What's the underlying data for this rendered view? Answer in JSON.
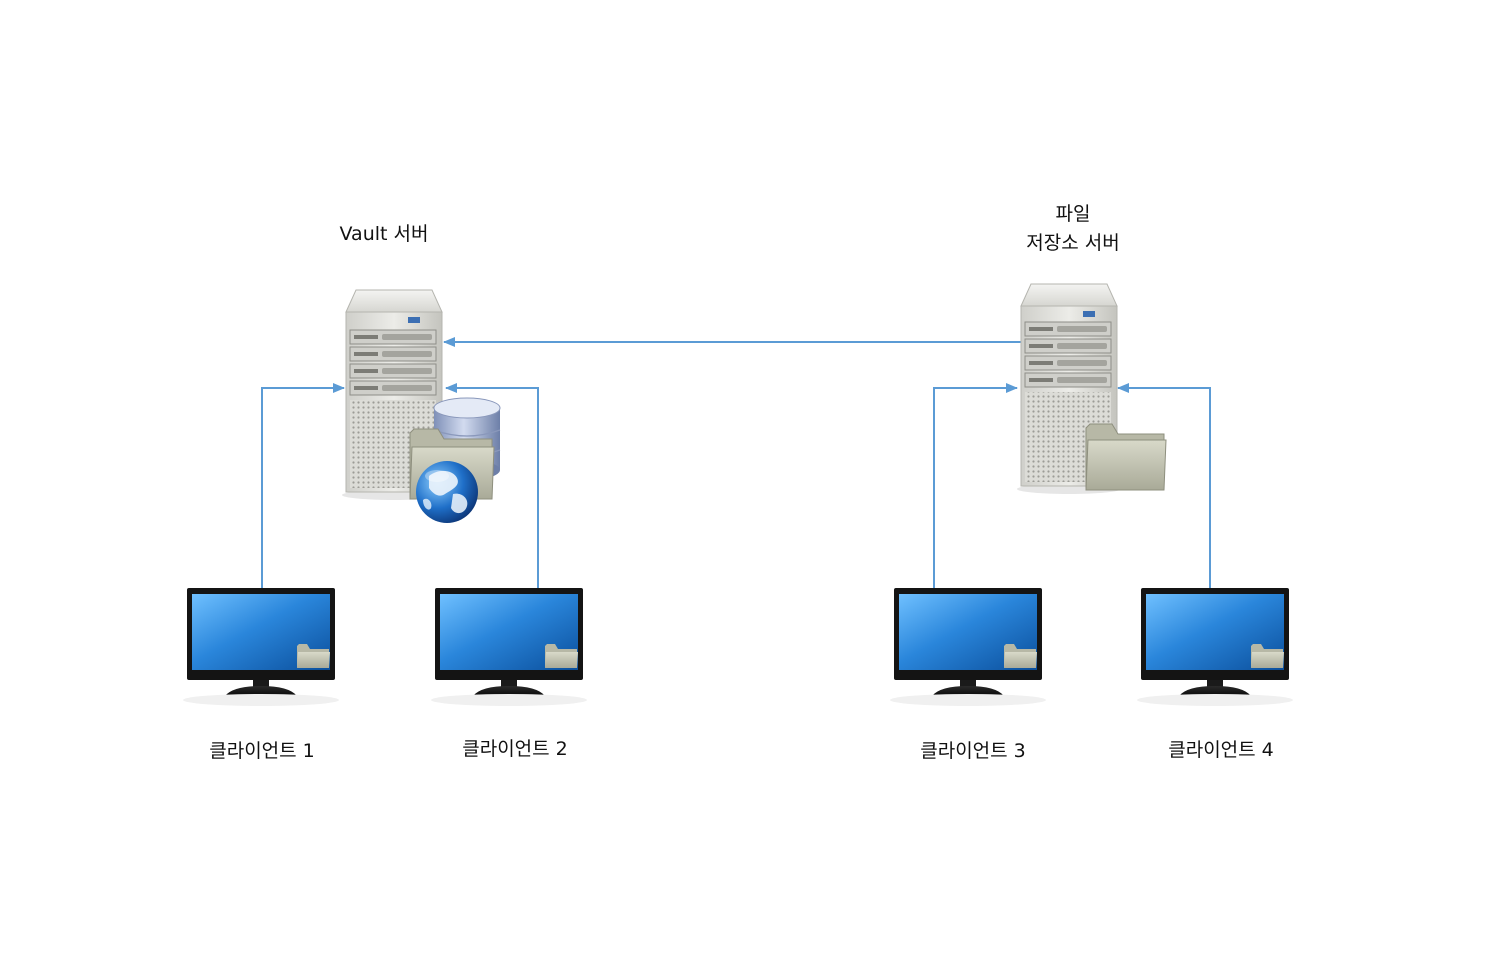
{
  "servers": {
    "vault": {
      "label": "Vault 서버",
      "badges": [
        "database-icon",
        "folder-icon",
        "globe-icon"
      ]
    },
    "file_store": {
      "label_line1": "파일",
      "label_line2": "저장소 서버",
      "badges": [
        "folder-icon"
      ]
    }
  },
  "clients": [
    {
      "label": "클라이언트 1",
      "connects_to": "vault"
    },
    {
      "label": "클라이언트 2",
      "connects_to": "vault"
    },
    {
      "label": "클라이언트 3",
      "connects_to": "file_store"
    },
    {
      "label": "클라이언트 4",
      "connects_to": "file_store"
    }
  ],
  "links": [
    {
      "from": "file_store",
      "to": "vault"
    }
  ],
  "colors": {
    "arrow": "#5b9bd5",
    "screen": "#1e78d2",
    "server_body": "#d9d9d4",
    "folder": "#c2c3b1"
  }
}
